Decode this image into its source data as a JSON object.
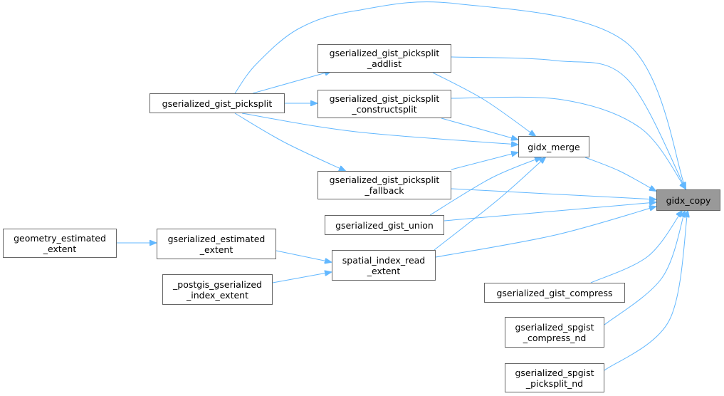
{
  "diagram": {
    "edge_color": "#63b8ff",
    "focus_fill": "#999999",
    "nodes": [
      {
        "id": "gidx_copy",
        "label": "gidx_copy",
        "focus": true
      },
      {
        "id": "gidx_merge",
        "label": "gidx_merge"
      },
      {
        "id": "picksplit_addlist",
        "label": "gserialized_gist_picksplit\n_addlist"
      },
      {
        "id": "picksplit_constructsplit",
        "label": "gserialized_gist_picksplit\n_constructsplit"
      },
      {
        "id": "picksplit_fallback",
        "label": "gserialized_gist_picksplit\n_fallback"
      },
      {
        "id": "gist_union",
        "label": "gserialized_gist_union"
      },
      {
        "id": "spatial_index_read_extent",
        "label": "spatial_index_read\n_extent"
      },
      {
        "id": "gist_compress",
        "label": "gserialized_gist_compress"
      },
      {
        "id": "spgist_compress_nd",
        "label": "gserialized_spgist\n_compress_nd"
      },
      {
        "id": "spgist_picksplit_nd",
        "label": "gserialized_spgist\n_picksplit_nd"
      },
      {
        "id": "gist_picksplit",
        "label": "gserialized_gist_picksplit"
      },
      {
        "id": "estimated_extent",
        "label": "gserialized_estimated\n_extent"
      },
      {
        "id": "postgis_index_extent",
        "label": "_postgis_gserialized\n_index_extent"
      },
      {
        "id": "geometry_estimated_extent",
        "label": "geometry_estimated\n_extent"
      }
    ],
    "edges": [
      {
        "from": "gist_picksplit",
        "to": "gidx_copy"
      },
      {
        "from": "picksplit_addlist",
        "to": "gidx_copy"
      },
      {
        "from": "picksplit_constructsplit",
        "to": "gidx_copy"
      },
      {
        "from": "gidx_merge",
        "to": "gidx_copy"
      },
      {
        "from": "picksplit_fallback",
        "to": "gidx_copy"
      },
      {
        "from": "gist_union",
        "to": "gidx_copy"
      },
      {
        "from": "spatial_index_read_extent",
        "to": "gidx_copy"
      },
      {
        "from": "gist_compress",
        "to": "gidx_copy"
      },
      {
        "from": "spgist_compress_nd",
        "to": "gidx_copy"
      },
      {
        "from": "spgist_picksplit_nd",
        "to": "gidx_copy"
      },
      {
        "from": "picksplit_addlist",
        "to": "gidx_merge"
      },
      {
        "from": "picksplit_constructsplit",
        "to": "gidx_merge"
      },
      {
        "from": "gist_picksplit",
        "to": "gidx_merge"
      },
      {
        "from": "picksplit_fallback",
        "to": "gidx_merge"
      },
      {
        "from": "gist_union",
        "to": "gidx_merge"
      },
      {
        "from": "spatial_index_read_extent",
        "to": "gidx_merge"
      },
      {
        "from": "gist_picksplit",
        "to": "picksplit_addlist"
      },
      {
        "from": "gist_picksplit",
        "to": "picksplit_constructsplit"
      },
      {
        "from": "gist_picksplit",
        "to": "picksplit_fallback"
      },
      {
        "from": "estimated_extent",
        "to": "spatial_index_read_extent"
      },
      {
        "from": "postgis_index_extent",
        "to": "spatial_index_read_extent"
      },
      {
        "from": "geometry_estimated_extent",
        "to": "estimated_extent"
      }
    ]
  }
}
